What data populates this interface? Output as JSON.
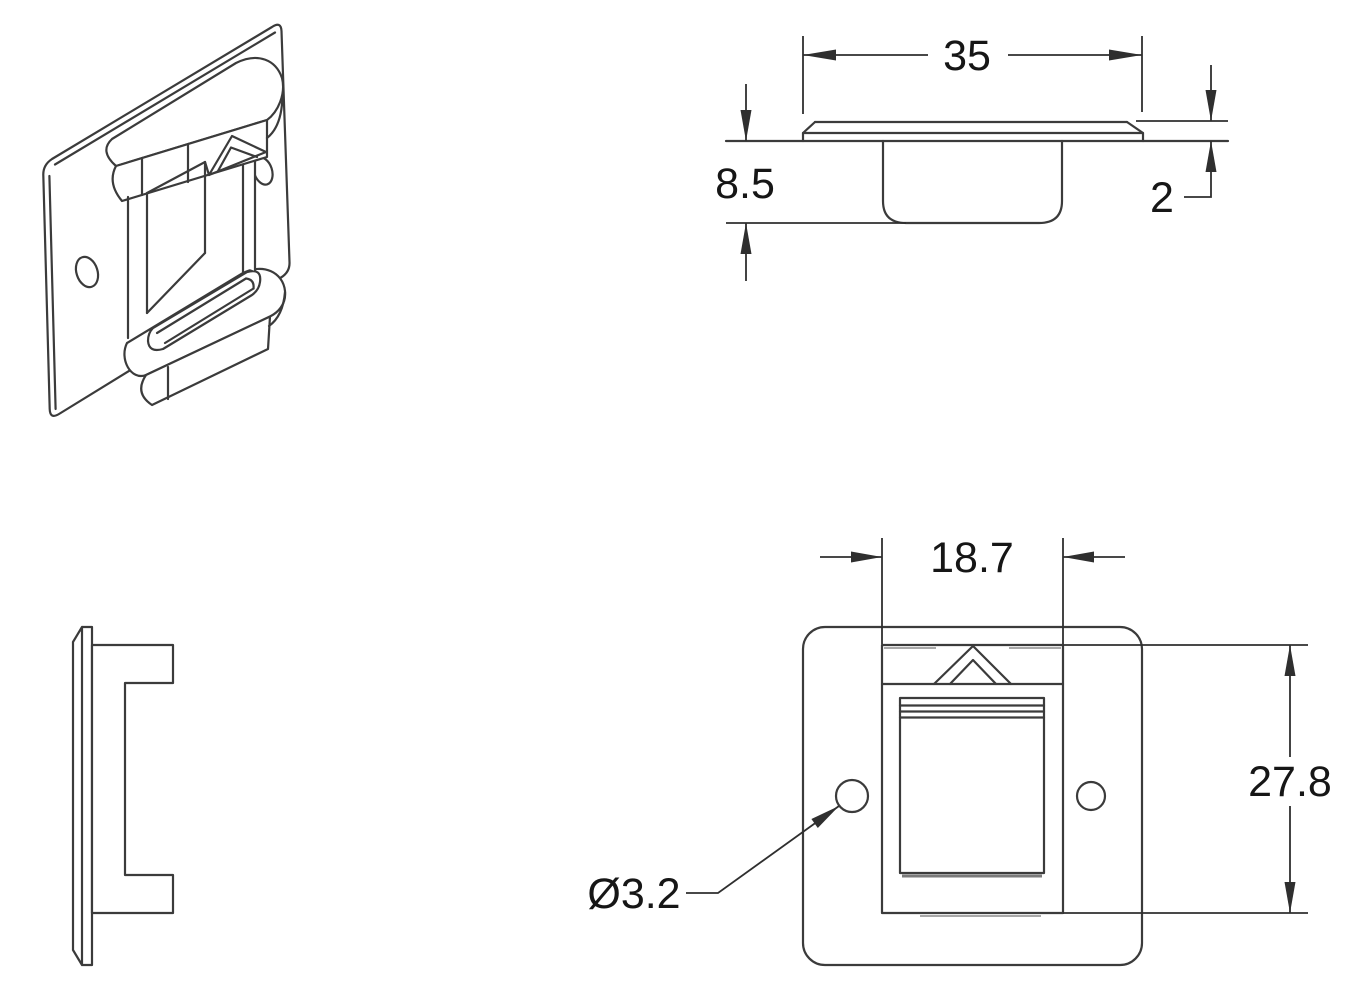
{
  "drawing": {
    "type": "engineering-drawing",
    "background": "#ffffff",
    "line_color": "#3b3b3b",
    "dimension_line_color": "#2f2f2f",
    "text_color": "#161616",
    "views": {
      "isometric": {
        "position": "top-left"
      },
      "top_section": {
        "position": "top-right"
      },
      "side_profile": {
        "position": "bottom-left"
      },
      "front": {
        "position": "bottom-right"
      }
    },
    "dimensions": {
      "overall_width": "35",
      "loop_depth": "8.5",
      "plate_thickness": "2",
      "slot_width": "18.7",
      "loop_height": "27.8",
      "hole_diameter": "Ø3.2"
    }
  }
}
